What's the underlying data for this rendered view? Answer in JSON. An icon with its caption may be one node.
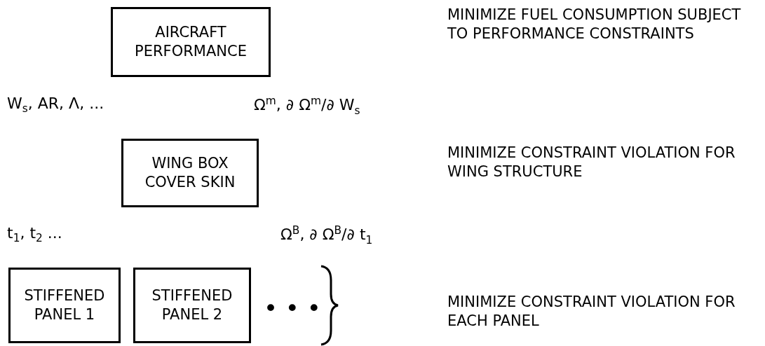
{
  "diagram": {
    "nodes": [
      {
        "text": [
          "AIRCRAFT PERFORMANCE"
        ]
      },
      {
        "text": [
          "WING BOX COVER SKIN"
        ]
      },
      {
        "text": [
          "STIFFENED PANEL 1"
        ]
      },
      {
        "text": [
          "STIFFENED PANEL 2"
        ]
      }
    ],
    "labels": [
      "MINIMIZE FUEL CONSUMPTION SUBJECT TO PERFORMANCE CONSTRAINTS",
      "W$_{s}$, AR, Λ, ...",
      "Ω$^{m}$, ∂ Ω$^{m}$/∂ W$_{s}$",
      "MINIMIZE CONSTRAINT VIOLATION FOR WING STRUCTURE",
      "t$_{1}$, t$_{2}$ ...",
      "Ω$^{B}$, ∂ Ω$^{B}$/∂ t$_{1}$",
      "• • •",
      "MINIMIZE CONSTRAINT VIOLATION FOR EACH PANEL"
    ]
  }
}
